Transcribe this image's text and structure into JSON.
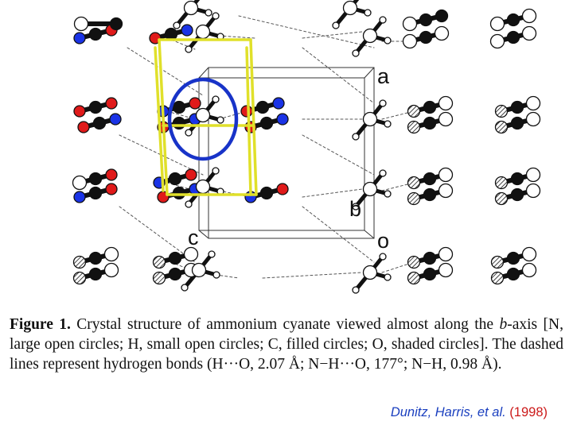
{
  "figure": {
    "axis_labels": {
      "a": "a",
      "b": "b",
      "c": "c",
      "o": "o"
    },
    "highlight_colors": {
      "unit_cell": "#e0e02a",
      "ion_ring": "#1833c8",
      "nitrogen": "#1a33e6",
      "oxygen": "#e01a1a"
    }
  },
  "caption": {
    "label": "Figure 1.",
    "text_1": " Crystal structure of ammonium cyanate viewed almost along the ",
    "axis": "b",
    "text_2": "-axis [N, large open circles; H, small open circles; C, filled circles; O, shaded circles]. The dashed lines represent hydrogen bonds (H···O, 2.07 Å; N−H···O, 177°; N−H, 0.98 Å)."
  },
  "citation": {
    "authors": "Dunitz, Harris, et al. ",
    "year": "(1998)"
  }
}
